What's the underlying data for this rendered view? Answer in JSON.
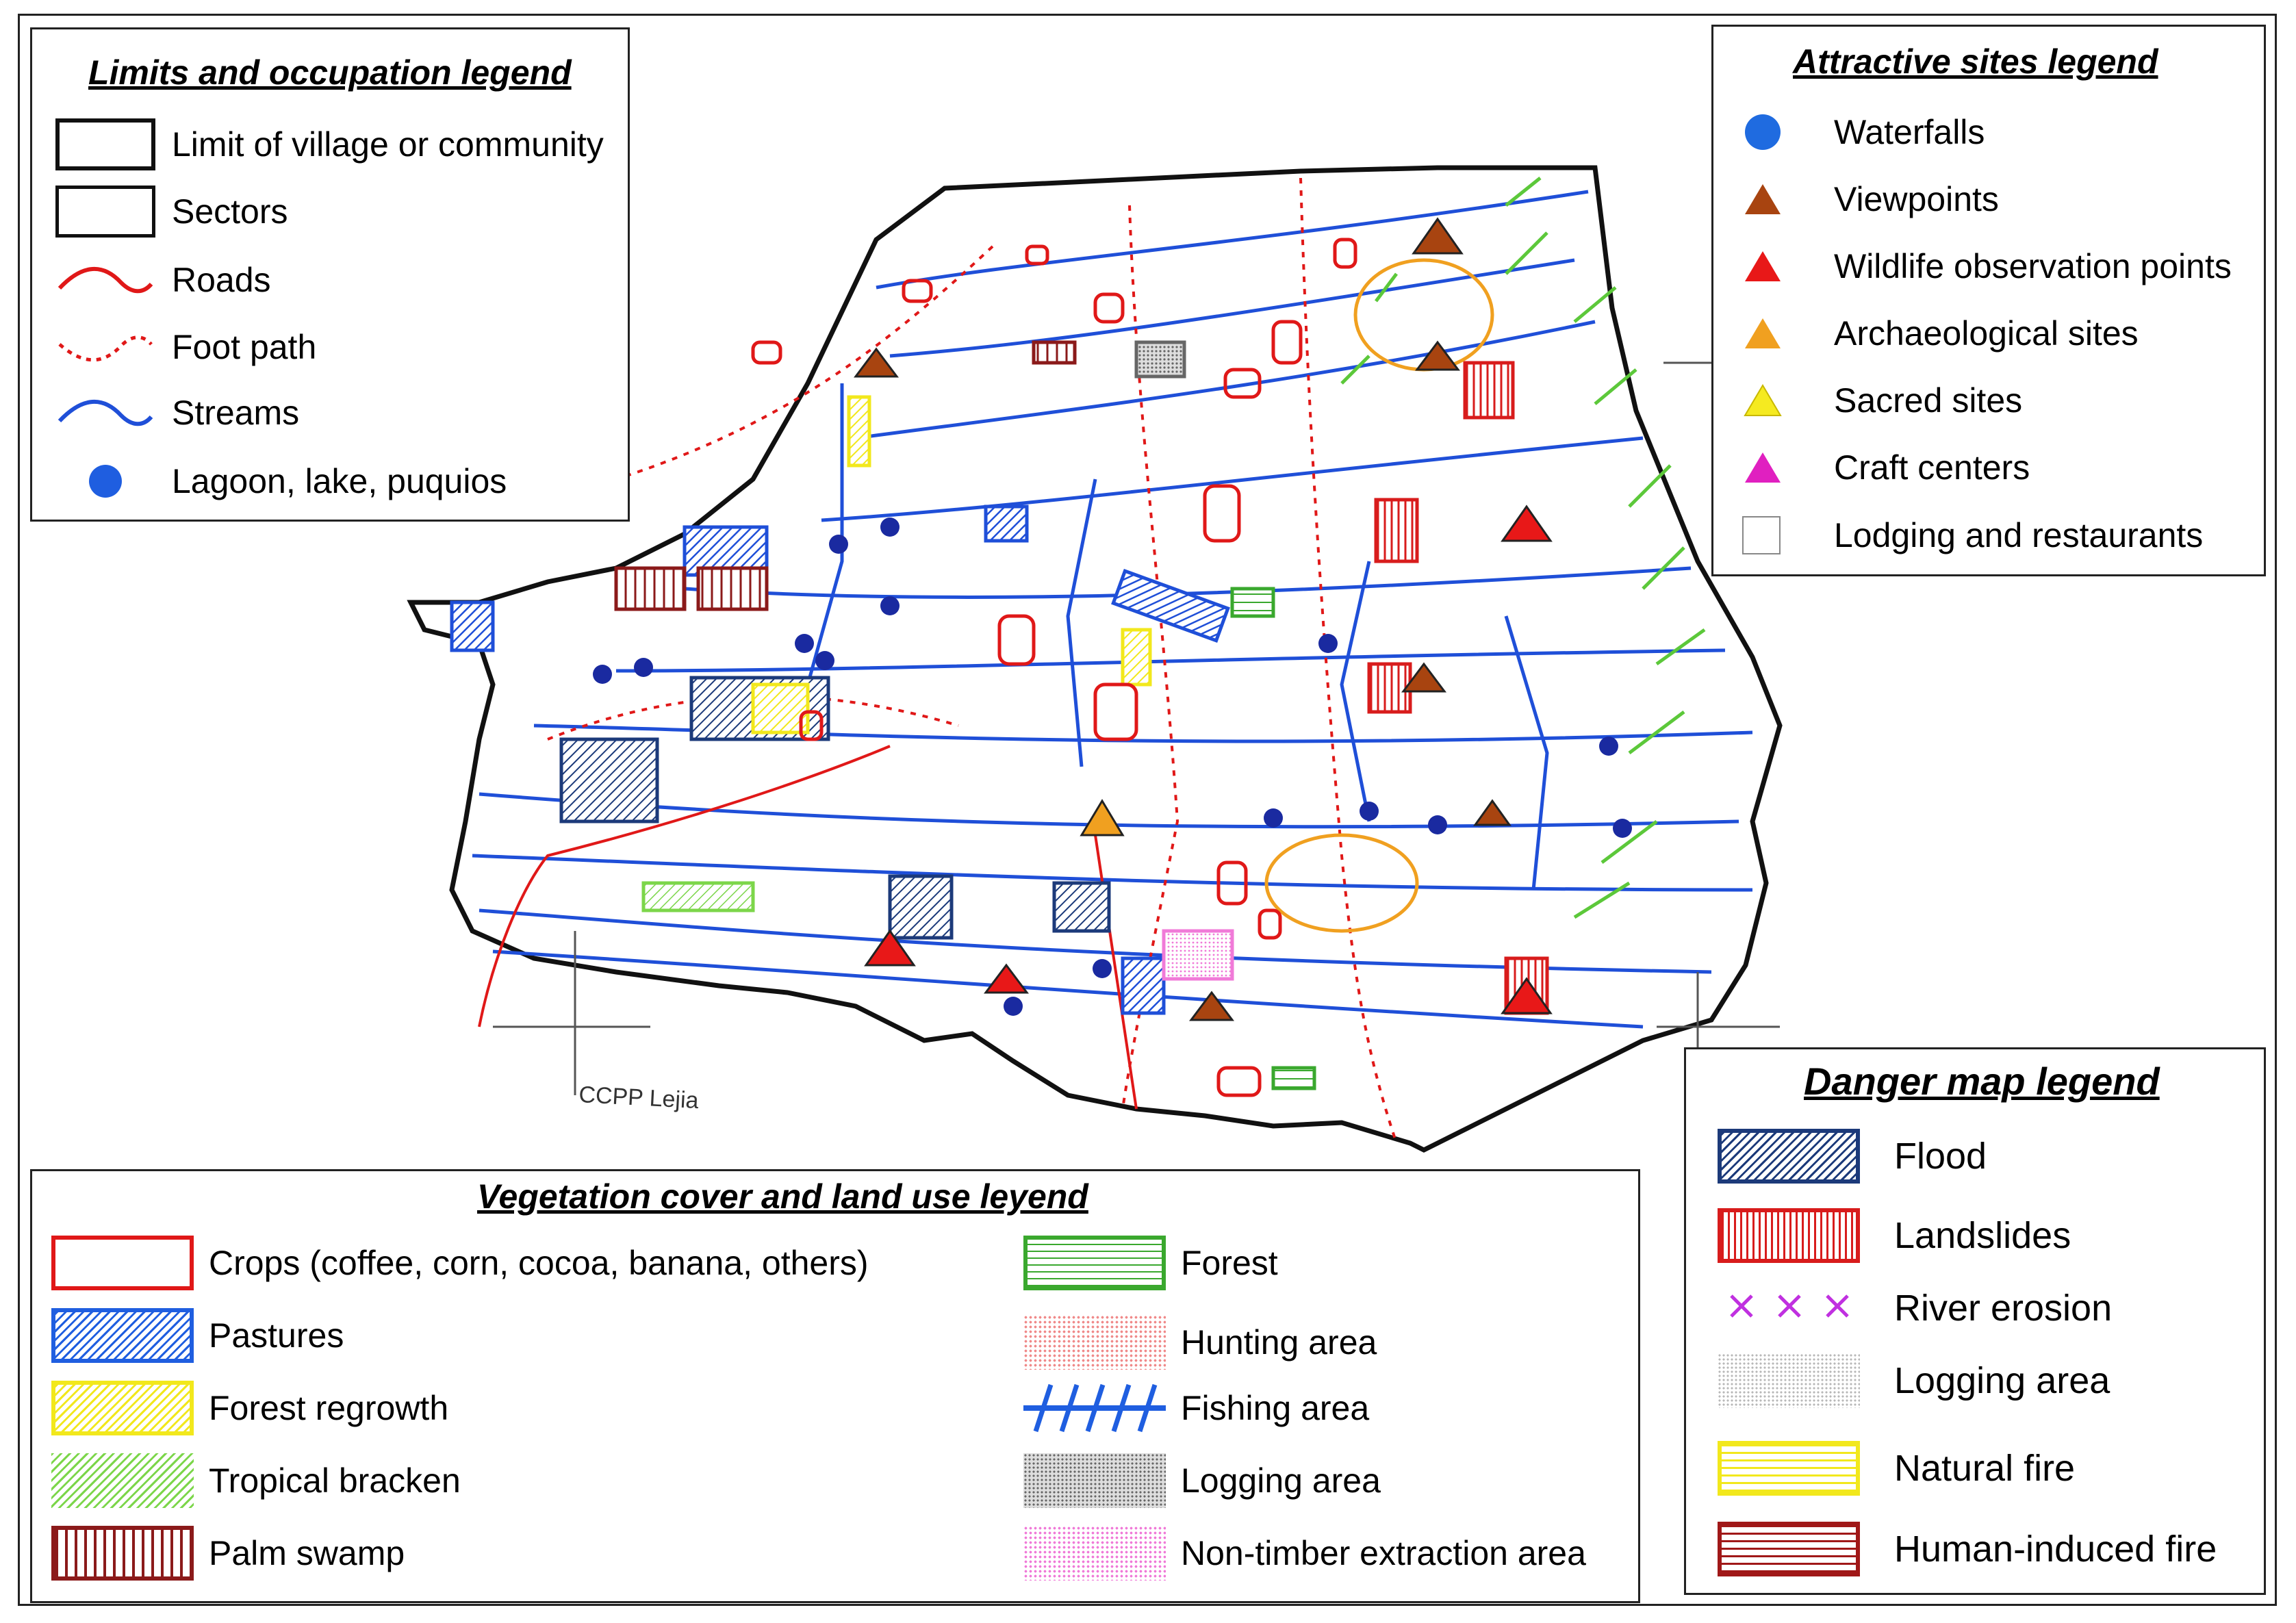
{
  "limits_legend": {
    "title": "Limits and occupation legend",
    "items": [
      {
        "label": "Limit of village or community",
        "icon": "thick-rectangle-icon"
      },
      {
        "label": "Sectors",
        "icon": "rectangle-icon"
      },
      {
        "label": "Roads",
        "icon": "red-wave-icon",
        "color": "#e01818"
      },
      {
        "label": "Foot path",
        "icon": "red-dotted-wave-icon",
        "color": "#e01818"
      },
      {
        "label": "Streams",
        "icon": "blue-wave-icon",
        "color": "#1f4fd8"
      },
      {
        "label": "Lagoon, lake, puquios",
        "icon": "blue-dot-icon",
        "color": "#1f5ee0"
      }
    ]
  },
  "sites_legend": {
    "title": "Attractive sites legend",
    "items": [
      {
        "label": "Waterfalls",
        "icon": "blue-circle-icon",
        "color": "#1f6be0"
      },
      {
        "label": "Viewpoints",
        "icon": "brown-triangle-icon",
        "color": "#a84410"
      },
      {
        "label": "Wildlife observation points",
        "icon": "red-triangle-icon",
        "color": "#e81818"
      },
      {
        "label": "Archaeological sites",
        "icon": "orange-triangle-icon",
        "color": "#f0a020"
      },
      {
        "label": "Sacred sites",
        "icon": "yellow-triangle-icon",
        "color": "#f5ea20"
      },
      {
        "label": "Craft centers",
        "icon": "magenta-triangle-icon",
        "color": "#e020c0"
      },
      {
        "label": "Lodging and restaurants",
        "icon": "white-square-icon",
        "color": "#ffffff"
      }
    ]
  },
  "vegetation_legend": {
    "title": "Vegetation cover and land use leyend",
    "left_items": [
      {
        "label": "Crops (coffee, corn, cocoa, banana, others)",
        "icon": "crops-swatch-icon",
        "color": "#e01818"
      },
      {
        "label": "Pastures",
        "icon": "pastures-swatch-icon",
        "color": "#1f5ee0"
      },
      {
        "label": "Forest regrowth",
        "icon": "forest-regrowth-swatch-icon",
        "color": "#f2e81c"
      },
      {
        "label": "Tropical bracken",
        "icon": "tropical-bracken-swatch-icon",
        "color": "#7cd64a"
      },
      {
        "label": "Palm swamp",
        "icon": "palm-swamp-swatch-icon",
        "color": "#8b1a1a"
      }
    ],
    "right_items": [
      {
        "label": "Forest",
        "icon": "forest-swatch-icon",
        "color": "#3aa82e"
      },
      {
        "label": "Hunting area",
        "icon": "hunting-swatch-icon",
        "color": "#f29a9a"
      },
      {
        "label": "Fishing area",
        "icon": "fishing-swatch-icon",
        "color": "#1f5ee0"
      },
      {
        "label": "Logging area",
        "icon": "logging-swatch-icon",
        "color": "#888888"
      },
      {
        "label": "Non-timber extraction area",
        "icon": "non-timber-swatch-icon",
        "color": "#f4a0e0"
      }
    ]
  },
  "danger_legend": {
    "title": "Danger map legend",
    "items": [
      {
        "label": "Flood",
        "icon": "flood-swatch-icon",
        "color": "#1c3a7a"
      },
      {
        "label": "Landslides",
        "icon": "landslides-swatch-icon",
        "color": "#d81c1c"
      },
      {
        "label": "River erosion",
        "icon": "river-erosion-icon",
        "color": "#c030e0"
      },
      {
        "label": "Logging area",
        "icon": "danger-logging-swatch-icon",
        "color": "#b8b8b8"
      },
      {
        "label": "Natural fire",
        "icon": "natural-fire-swatch-icon",
        "color": "#f2e81c"
      },
      {
        "label": "Human-induced fire",
        "icon": "human-fire-swatch-icon",
        "color": "#a01818"
      }
    ]
  },
  "map": {
    "locality_label": "CCPP Lejia"
  }
}
